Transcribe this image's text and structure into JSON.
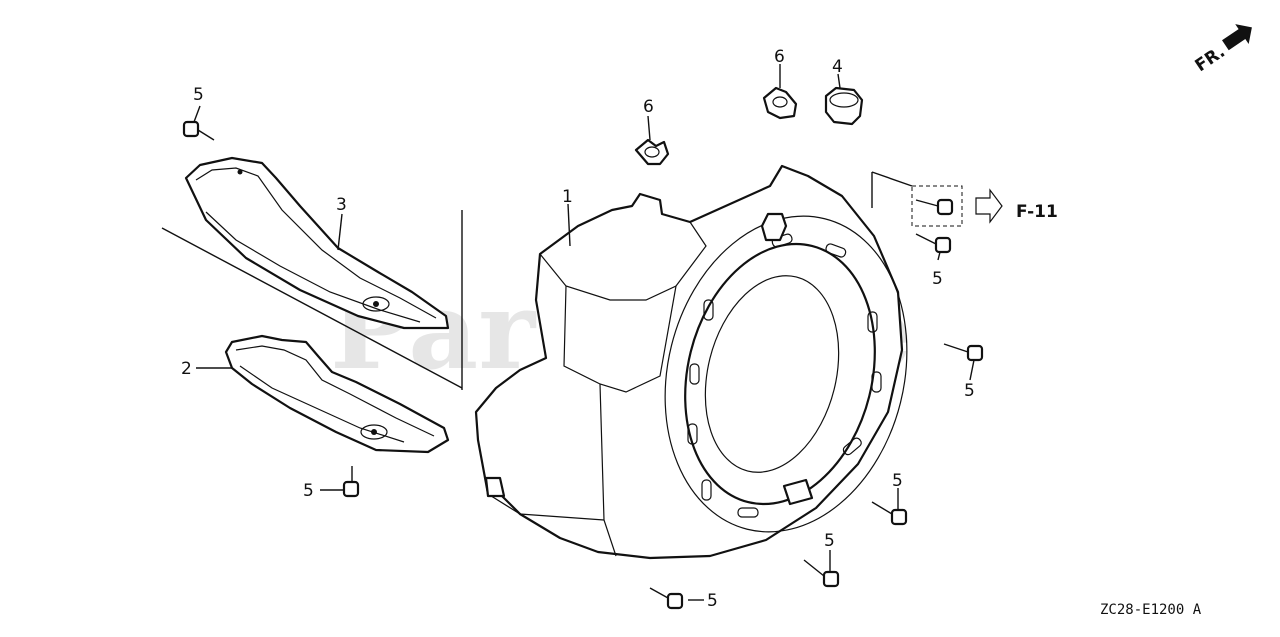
{
  "orientation": {
    "label": "FR."
  },
  "reference": {
    "label": "F-11"
  },
  "diagram_code": "ZC28-E1200 A",
  "watermark": "PartsTree",
  "callouts": {
    "c1": "1",
    "c2": "2",
    "c3": "3",
    "c4": "4",
    "c6a": "6",
    "c6b": "6",
    "c5a": "5",
    "c5b": "5",
    "c5c": "5",
    "c5d": "5",
    "c5e": "5",
    "c5f": "5",
    "c5g": "5"
  }
}
